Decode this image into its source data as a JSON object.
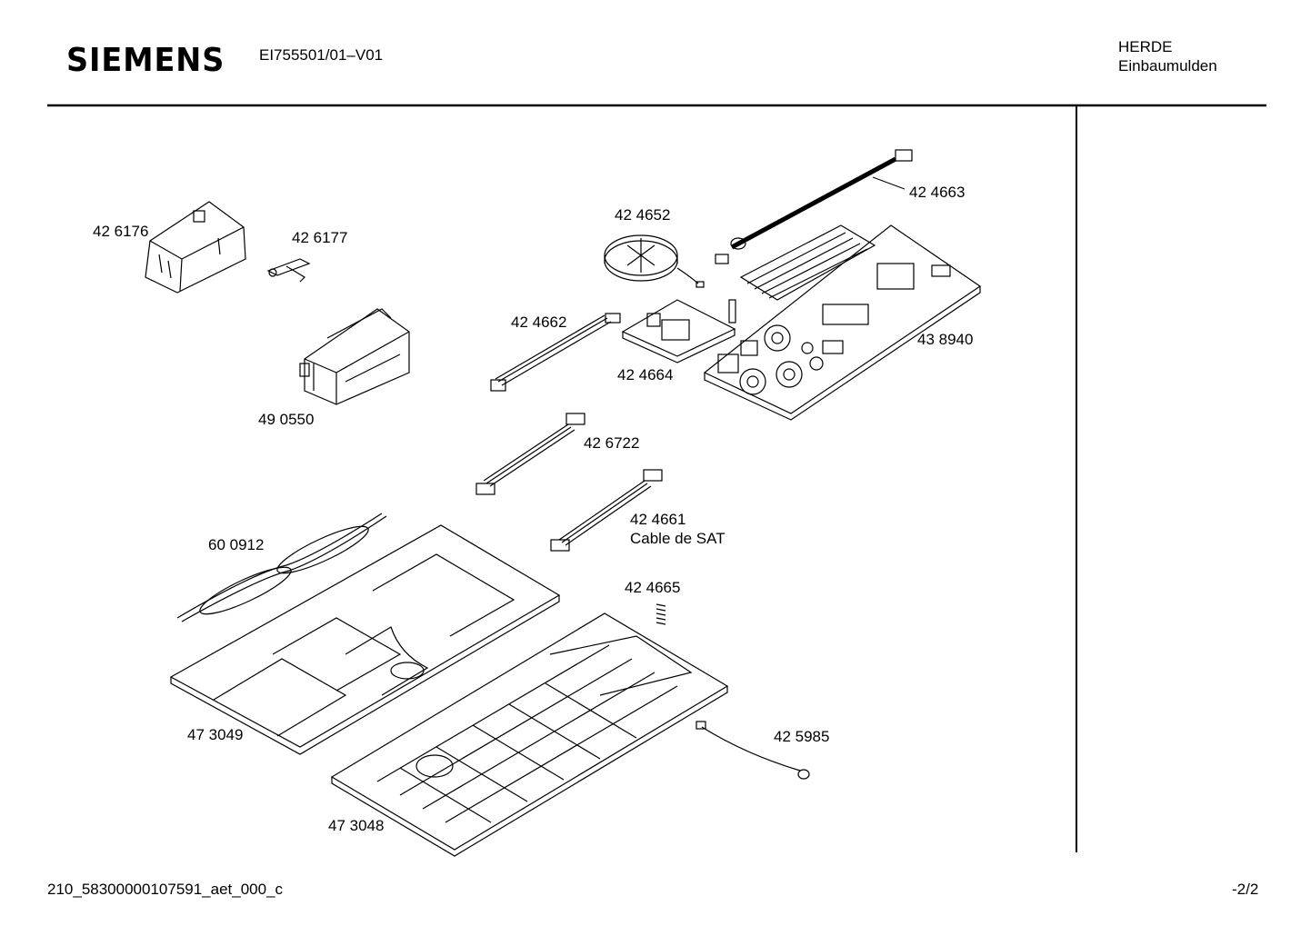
{
  "header": {
    "brand": "SIEMENS",
    "model": "EI755501/01–V01",
    "category": "HERDE",
    "subcategory": "Einbaumulden"
  },
  "footer": {
    "document_id": "210_58300000107591_aet_000_c",
    "page": "-2/2"
  },
  "parts": [
    {
      "number": "42 6176"
    },
    {
      "number": "42 6177"
    },
    {
      "number": "49 0550"
    },
    {
      "number": "42 4652"
    },
    {
      "number": "42 4663"
    },
    {
      "number": "42 4662"
    },
    {
      "number": "42 4664"
    },
    {
      "number": "43 8940"
    },
    {
      "number": "42 6722"
    },
    {
      "number": "42 4661",
      "note": "Cable de SAT"
    },
    {
      "number": "60 0912"
    },
    {
      "number": "42 4665"
    },
    {
      "number": "47 3049"
    },
    {
      "number": "42 5985"
    },
    {
      "number": "47 3048"
    }
  ]
}
